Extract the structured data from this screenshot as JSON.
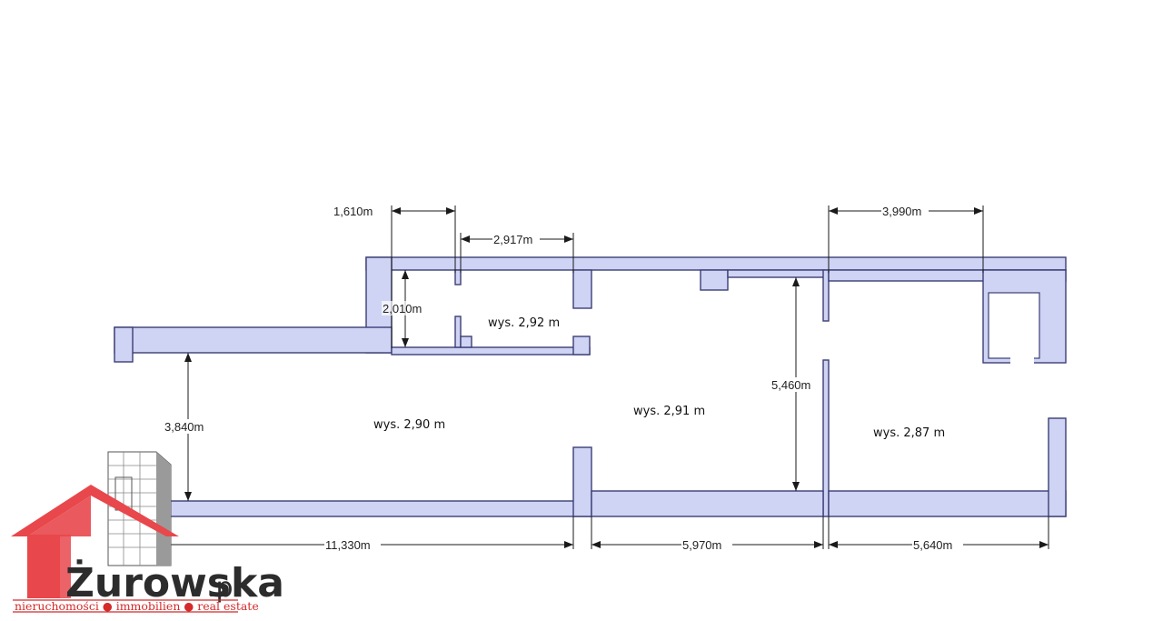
{
  "rooms": [
    {
      "id": "small",
      "label": "wys. 2,92 m"
    },
    {
      "id": "left",
      "label": "wys. 2,90 m"
    },
    {
      "id": "middle",
      "label": "wys. 2,91 m"
    },
    {
      "id": "right",
      "label": "wys. 2,87 m"
    }
  ],
  "dimensions": {
    "top_left_gap": "1,610m",
    "top_small_room": "2,917m",
    "top_right": "3,990m",
    "small_room_height": "2,010m",
    "left_height": "3,840m",
    "middle_height": "5,460m",
    "bottom_left": "11,330m",
    "bottom_middle": "5,970m",
    "bottom_right": "5,640m"
  },
  "logo": {
    "brand": "Żurowska",
    "tld": ".pl",
    "tagline": "nieruchomości ● immobilien ● real estate",
    "colors": {
      "roof": "#e8474c",
      "text": "#2c2c2c",
      "tagline": "#d42a2a"
    }
  },
  "colors": {
    "wall_fill": "#cfd3f4",
    "wall_stroke": "#3b3f74"
  }
}
